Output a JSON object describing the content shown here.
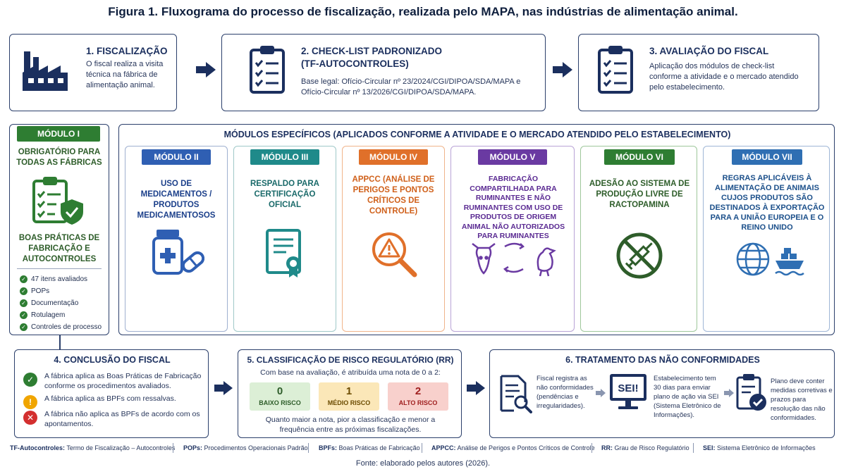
{
  "figure_title": "Figura 1. Fluxograma do processo de fiscalização, realizada pelo MAPA, nas indústrias de alimentação animal.",
  "steps": [
    {
      "title": "1. FISCALIZAÇÃO",
      "text": "O fiscal realiza a visita técnica na fábrica de alimentação animal.",
      "icon": "factory-icon"
    },
    {
      "title": "2. CHECK-LIST PADRONIZADO",
      "subtitle": "(TF-AUTOCONTROLES)",
      "text": "Base legal: Ofício-Circular nº 23/2024/CGI/DIPOA/SDA/MAPA e Ofício-Circular nº 13/2026/CGI/DIPOA/SDA/MAPA.",
      "icon": "clipboard-checklist-icon"
    },
    {
      "title": "3. AVALIAÇÃO DO FISCAL",
      "text": "Aplicação dos módulos de check-list conforme a atividade e o mercado atendido pelo estabelecimento.",
      "icon": "clipboard-checklist-icon"
    }
  ],
  "module1": {
    "tag": "MÓDULO I",
    "heading": "OBRIGATÓRIO PARA TODAS AS FÁBRICAS",
    "subheading": "BOAS PRÁTICAS DE FABRICAÇÃO E AUTOCONTROLES",
    "items": [
      "47 itens avaliados",
      "POPs",
      "Documentação",
      "Rotulagem",
      "Controles de processo"
    ],
    "color": "#2e7d32"
  },
  "specific": {
    "heading": "MÓDULOS ESPECÍFICOS (APLICADOS CONFORME A ATIVIDADE E O MERCADO ATENDIDO PELO ESTABELECIMENTO)",
    "modules": [
      {
        "tag": "MÓDULO II",
        "text": "USO DE MEDICAMENTOS / PRODUTOS MEDICAMENTOSOS",
        "color": "#2f5fb3",
        "icon": "medicine-icon"
      },
      {
        "tag": "MÓDULO III",
        "text": "RESPALDO PARA CERTIFICAÇÃO OFICIAL",
        "color": "#1f8a8a",
        "icon": "certificate-icon"
      },
      {
        "tag": "MÓDULO IV",
        "text": "APPCC (ANÁLISE DE PERIGOS E PONTOS CRÍTICOS DE CONTROLE)",
        "color": "#e0702a",
        "icon": "hazard-magnifier-icon"
      },
      {
        "tag": "MÓDULO V",
        "text": "FABRICAÇÃO COMPARTILHADA PARA RUMINANTES E NÃO RUMINANTES COM USO DE PRODUTOS DE ORIGEM ANIMAL NÃO AUTORIZADOS PARA RUMINANTES",
        "color": "#6a3aa2",
        "icon": "cow-chicken-icon"
      },
      {
        "tag": "MÓDULO VI",
        "text": "ADESÃO AO SISTEMA DE PRODUÇÃO LIVRE DE RACTOPAMINA",
        "color": "#2e7d32",
        "icon": "no-syringe-icon"
      },
      {
        "tag": "MÓDULO VII",
        "text": "REGRAS APLICÁVEIS À ALIMENTAÇÃO DE ANIMAIS CUJOS PRODUTOS SÃO DESTINADOS À EXPORTAÇÃO PARA A UNIÃO EUROPEIA E O REINO UNIDO",
        "color": "#2f6fb3",
        "icon": "globe-ship-icon"
      }
    ]
  },
  "conclusion": {
    "title": "4. CONCLUSÃO DO FISCAL",
    "items": [
      {
        "text": "A fábrica aplica as Boas Práticas de Fabricação conforme os procedimentos avaliados.",
        "symbol": "✓",
        "color": "#2e7d32"
      },
      {
        "text": "A fábrica aplica as BPFs com ressalvas.",
        "symbol": "!",
        "color": "#f0a500"
      },
      {
        "text": "A fábrica não aplica as BPFs de acordo com os apontamentos.",
        "symbol": "✕",
        "color": "#d32f2f"
      }
    ]
  },
  "risk": {
    "title": "5. CLASSIFICAÇÃO DE RISCO REGULATÓRIO (RR)",
    "intro": "Com base na avaliação, é atribuída uma nota de 0 a 2:",
    "levels": [
      {
        "value": "0",
        "label": "BAIXO RISCO",
        "bg": "#dcefd6",
        "fg": "#2e5d2a"
      },
      {
        "value": "1",
        "label": "MÉDIO RISCO",
        "bg": "#fbe7b8",
        "fg": "#6b4b00"
      },
      {
        "value": "2",
        "label": "ALTO RISCO",
        "bg": "#f8d0cc",
        "fg": "#a02020"
      }
    ],
    "note": "Quanto maior a nota, pior a classificação e menor a frequência entre as próximas fiscalizações."
  },
  "treatment": {
    "title": "6. TRATAMENTO DAS NÃO CONFORMIDADES",
    "steps": [
      {
        "text": "Fiscal registra as não conformidades (pendências e irregularidades).",
        "icon": "document-magnifier-icon"
      },
      {
        "text": "Estabelecimento tem 30 dias para enviar plano de ação via SEI (Sistema Eletrônico de Informações).",
        "icon": "sei-monitor-icon",
        "screen_text": "SEI!"
      },
      {
        "text": "Plano deve conter medidas corretivas e prazos para resolução das não conformidades.",
        "icon": "clipboard-check-icon"
      }
    ]
  },
  "legend": [
    {
      "abbr": "TF-Autocontroles:",
      "desc": "Termo de Fiscalização – Autocontroles"
    },
    {
      "abbr": "POPs:",
      "desc": "Procedimentos Operacionais Padrão"
    },
    {
      "abbr": "BPFs:",
      "desc": "Boas Práticas de Fabricação"
    },
    {
      "abbr": "APPCC:",
      "desc": "Análise de Perigos e Pontos Críticos de Controle"
    },
    {
      "abbr": "RR:",
      "desc": "Grau de Risco Regulatório"
    },
    {
      "abbr": "SEI:",
      "desc": "Sistema Eletrônico de Informações"
    }
  ],
  "source": "Fonte: elaborado pelos autores (2026)."
}
